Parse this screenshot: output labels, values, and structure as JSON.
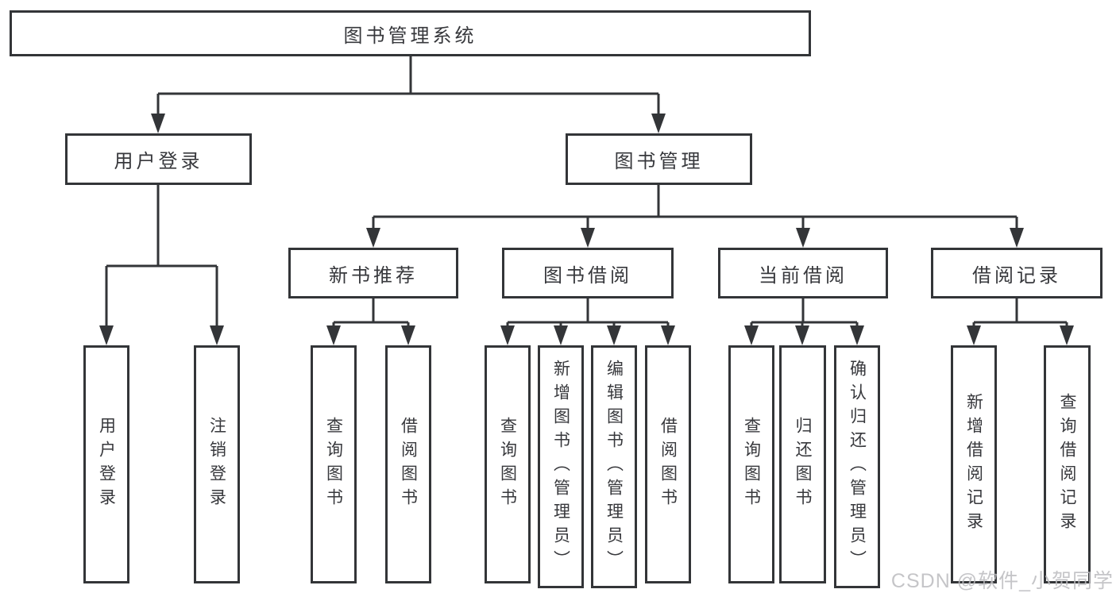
{
  "tree": {
    "root": "图书管理系统",
    "branches": [
      {
        "label": "用户登录",
        "children": [
          {
            "label": "用户登录"
          },
          {
            "label": "注销登录"
          }
        ]
      },
      {
        "label": "图书管理",
        "children": [
          {
            "label": "新书推荐",
            "children": [
              {
                "label": "查询图书"
              },
              {
                "label": "借阅图书"
              }
            ]
          },
          {
            "label": "图书借阅",
            "children": [
              {
                "label": "查询图书"
              },
              {
                "label": "新增图书（管理员）"
              },
              {
                "label": "编辑图书（管理员）"
              },
              {
                "label": "借阅图书"
              }
            ]
          },
          {
            "label": "当前借阅",
            "children": [
              {
                "label": "查询图书"
              },
              {
                "label": "归还图书"
              },
              {
                "label": "确认归还（管理员）"
              }
            ]
          },
          {
            "label": "借阅记录",
            "children": [
              {
                "label": "新增借阅记录"
              },
              {
                "label": "查询借阅记录"
              }
            ]
          }
        ]
      }
    ]
  },
  "watermark": {
    "text": "CSDN @软件_小贺同学"
  },
  "colors": {
    "line": "#333538",
    "text": "#37383c",
    "watermark": "#bcbcbf",
    "background": "#ffffff"
  }
}
